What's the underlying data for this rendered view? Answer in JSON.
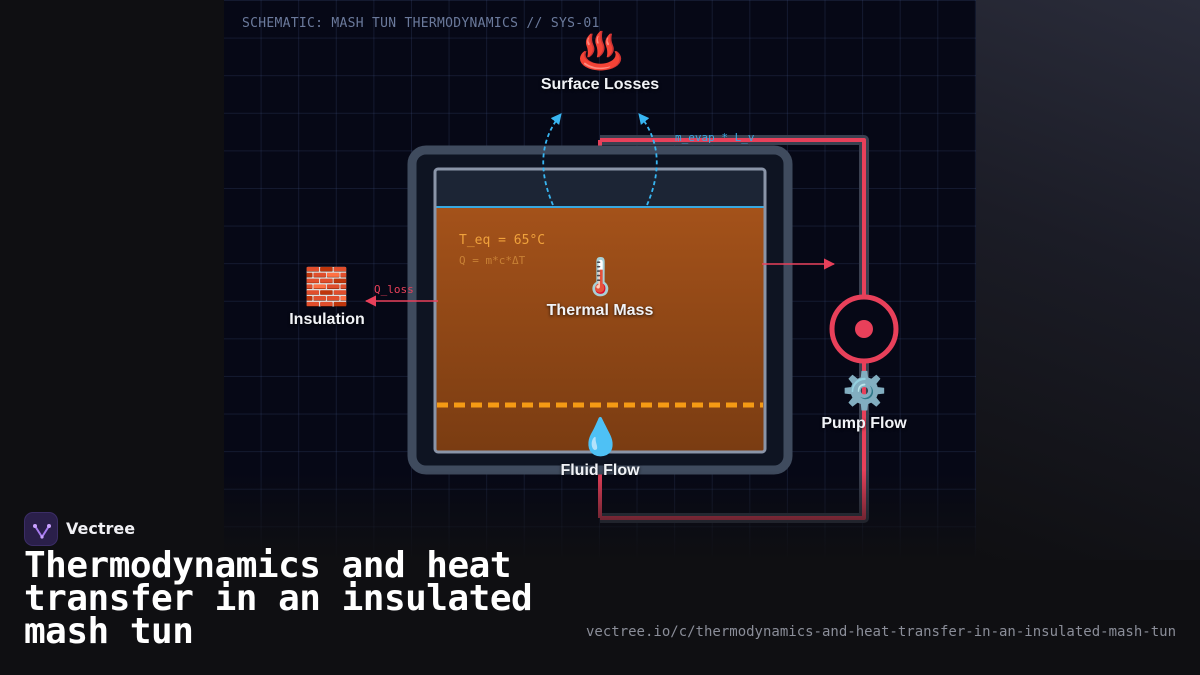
{
  "schematic": {
    "header": "SCHEMATIC: MASH TUN THERMODYNAMICS // SYS-01"
  },
  "nodes": {
    "surface_losses": {
      "label": "Surface Losses",
      "icon": "hot-springs-icon",
      "glyph": "♨️"
    },
    "insulation": {
      "label": "Insulation",
      "icon": "brick-icon",
      "glyph": "🧱"
    },
    "thermal_mass": {
      "label": "Thermal Mass",
      "icon": "thermometer-icon",
      "glyph": "🌡️"
    },
    "fluid_flow": {
      "label": "Fluid Flow",
      "icon": "droplet-icon",
      "glyph": "💧"
    },
    "pump_flow": {
      "label": "Pump Flow",
      "icon": "gear-icon",
      "glyph": "⚙️"
    }
  },
  "annotations": {
    "equilibrium_temp": "T_eq = 65°C",
    "heat_equation": "Q = m*c*ΔT",
    "heat_loss": "Q_loss",
    "evaporation": "m_evap * L_v"
  },
  "colors": {
    "background": "#0f0f12",
    "panel": "#060816",
    "mash_top": "#a4521a",
    "mash_bottom": "#7a3c12",
    "vessel_wall": "#3f4b5e",
    "pump_loop": "#e8405a",
    "evaporation_arrow": "#38b6f2",
    "false_bottom": "#f59a14",
    "accent_label": "#f0a23c"
  },
  "footer": {
    "brand": "Vectree",
    "title": "Thermodynamics and heat transfer in an insulated mash tun",
    "url": "vectree.io/c/thermodynamics-and-heat-transfer-in-an-insulated-mash-tun"
  }
}
